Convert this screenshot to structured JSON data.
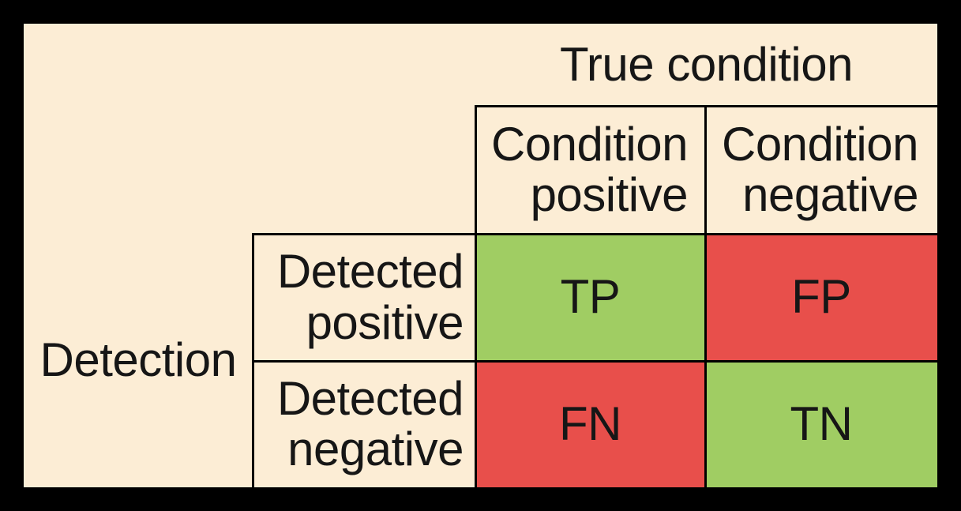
{
  "colors": {
    "frame": "#000000",
    "background": "#FCEDD5",
    "green": "#A0CD63",
    "red": "#E84F4B",
    "text": "#161616"
  },
  "matrix": {
    "top_axis_label": "True condition",
    "left_axis_label": "Detection",
    "column_headers": [
      "Condition\npositive",
      "Condition\nnegative"
    ],
    "row_headers": [
      "Detected\npositive",
      "Detected\nnegative"
    ],
    "cells": [
      {
        "id": "tp",
        "label": "TP",
        "row": "Detected positive",
        "col": "Condition positive",
        "color_key": "green"
      },
      {
        "id": "fp",
        "label": "FP",
        "row": "Detected positive",
        "col": "Condition negative",
        "color_key": "red"
      },
      {
        "id": "fn",
        "label": "FN",
        "row": "Detected negative",
        "col": "Condition positive",
        "color_key": "red"
      },
      {
        "id": "tn",
        "label": "TN",
        "row": "Detected negative",
        "col": "Condition negative",
        "color_key": "green"
      }
    ]
  }
}
